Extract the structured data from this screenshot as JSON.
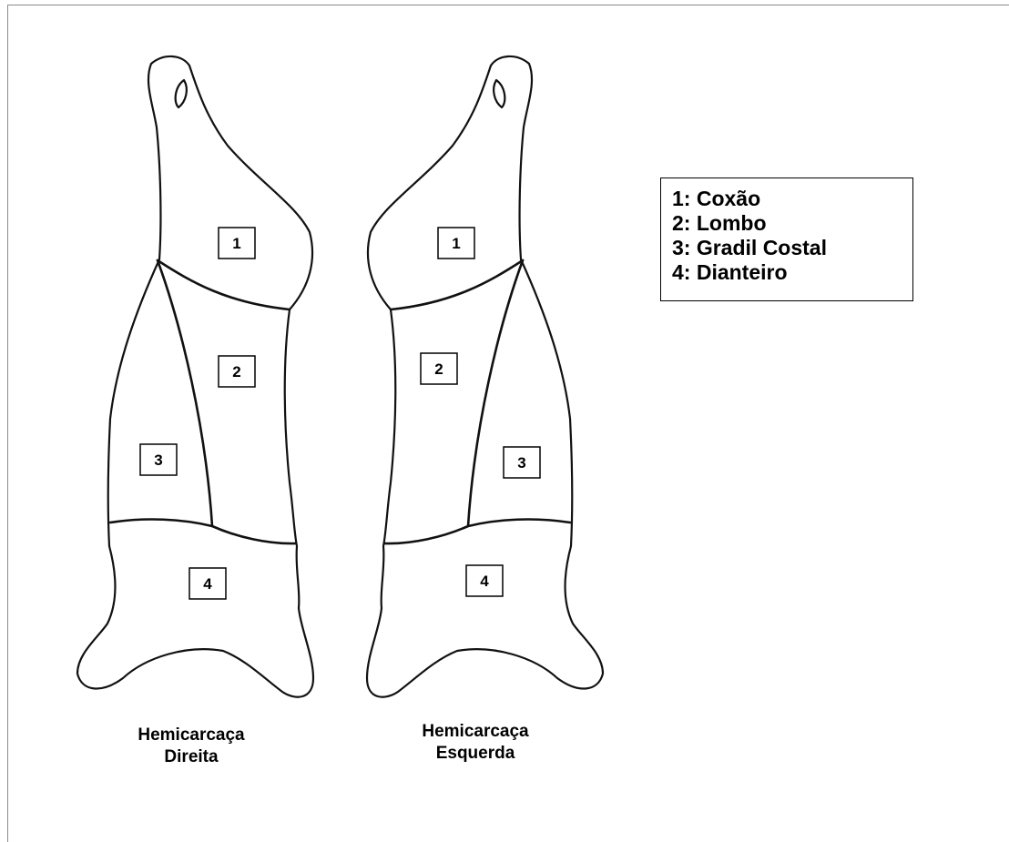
{
  "diagram": {
    "right_half": {
      "caption_line1": "Hemicarcaça",
      "caption_line2": "Direita",
      "badges": [
        "1",
        "2",
        "3",
        "4"
      ]
    },
    "left_half": {
      "caption_line1": "Hemicarcaça",
      "caption_line2": "Esquerda",
      "badges": [
        "1",
        "2",
        "3",
        "4"
      ]
    }
  },
  "legend": {
    "items": [
      "1: Coxão",
      "2: Lombo",
      "3: Gradil Costal",
      "4: Dianteiro"
    ]
  }
}
